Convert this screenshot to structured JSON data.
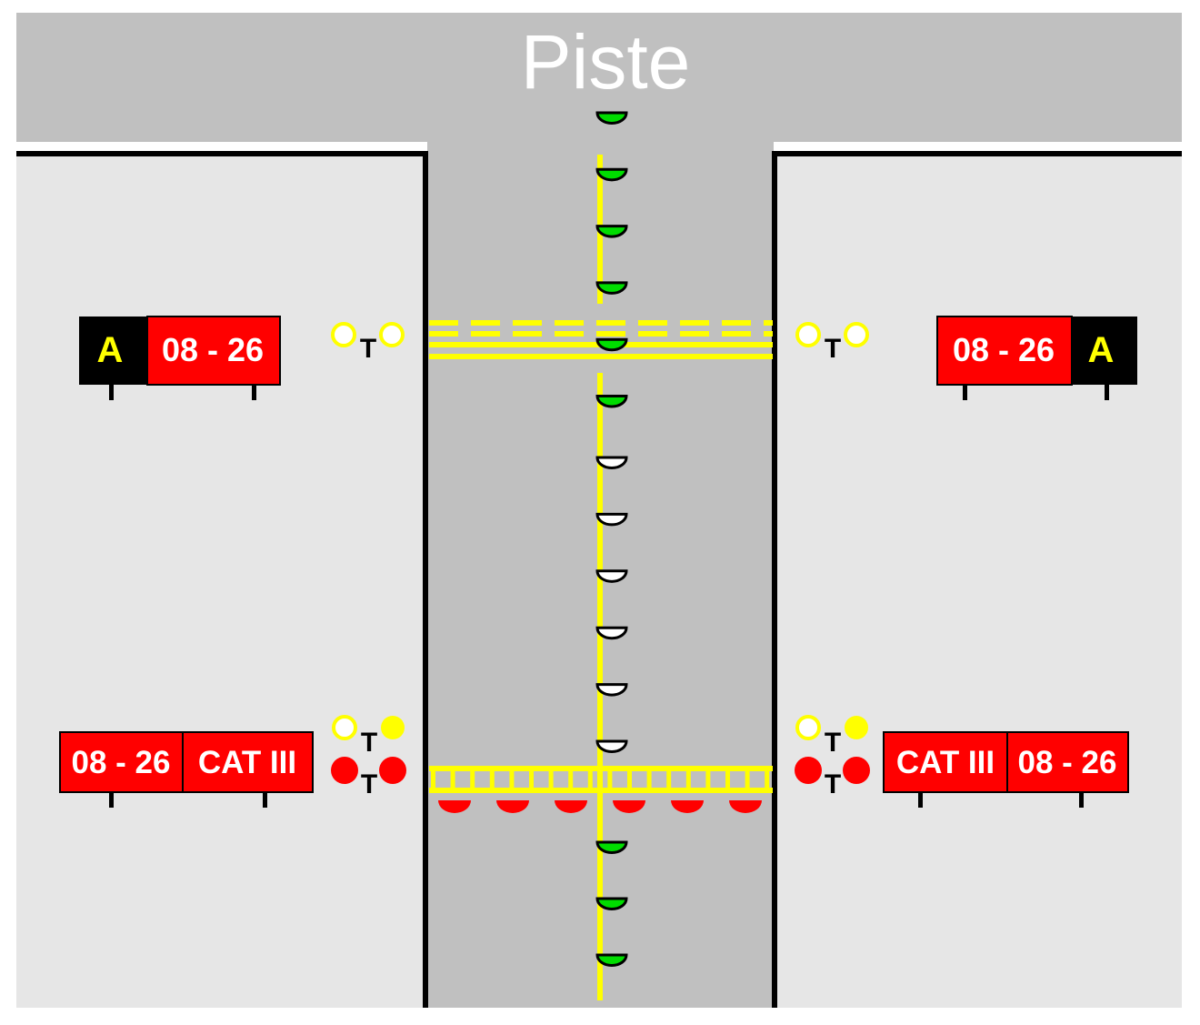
{
  "runway": {
    "label": "Piste"
  },
  "holding_point_A": {
    "left_sign": {
      "location": "A",
      "designator": "08 - 26"
    },
    "right_sign": {
      "designator": "08 - 26",
      "location": "A"
    },
    "light_label": "T"
  },
  "holding_point_CAT3": {
    "left_sign": {
      "designator": "08 - 26",
      "category": "CAT III"
    },
    "right_sign": {
      "category": "CAT III",
      "designator": "08 - 26"
    },
    "light_label": "T"
  },
  "centerline_lights": {
    "runway_side_green": 6,
    "unlit": 6,
    "after_stopbar_green": 3
  },
  "colors": {
    "runway": "#c0c0c0",
    "taxiway": "#c0c0c0",
    "grass": "#e6e6e6",
    "edge": "#000000",
    "marking": "#ffff00",
    "sign_red": "#ff0000",
    "sign_black": "#000000",
    "sign_text_white": "#ffffff",
    "sign_text_yellow": "#ffff00",
    "light_green": "#00dd00",
    "light_red": "#ff0000",
    "light_yellow": "#ffff00"
  }
}
